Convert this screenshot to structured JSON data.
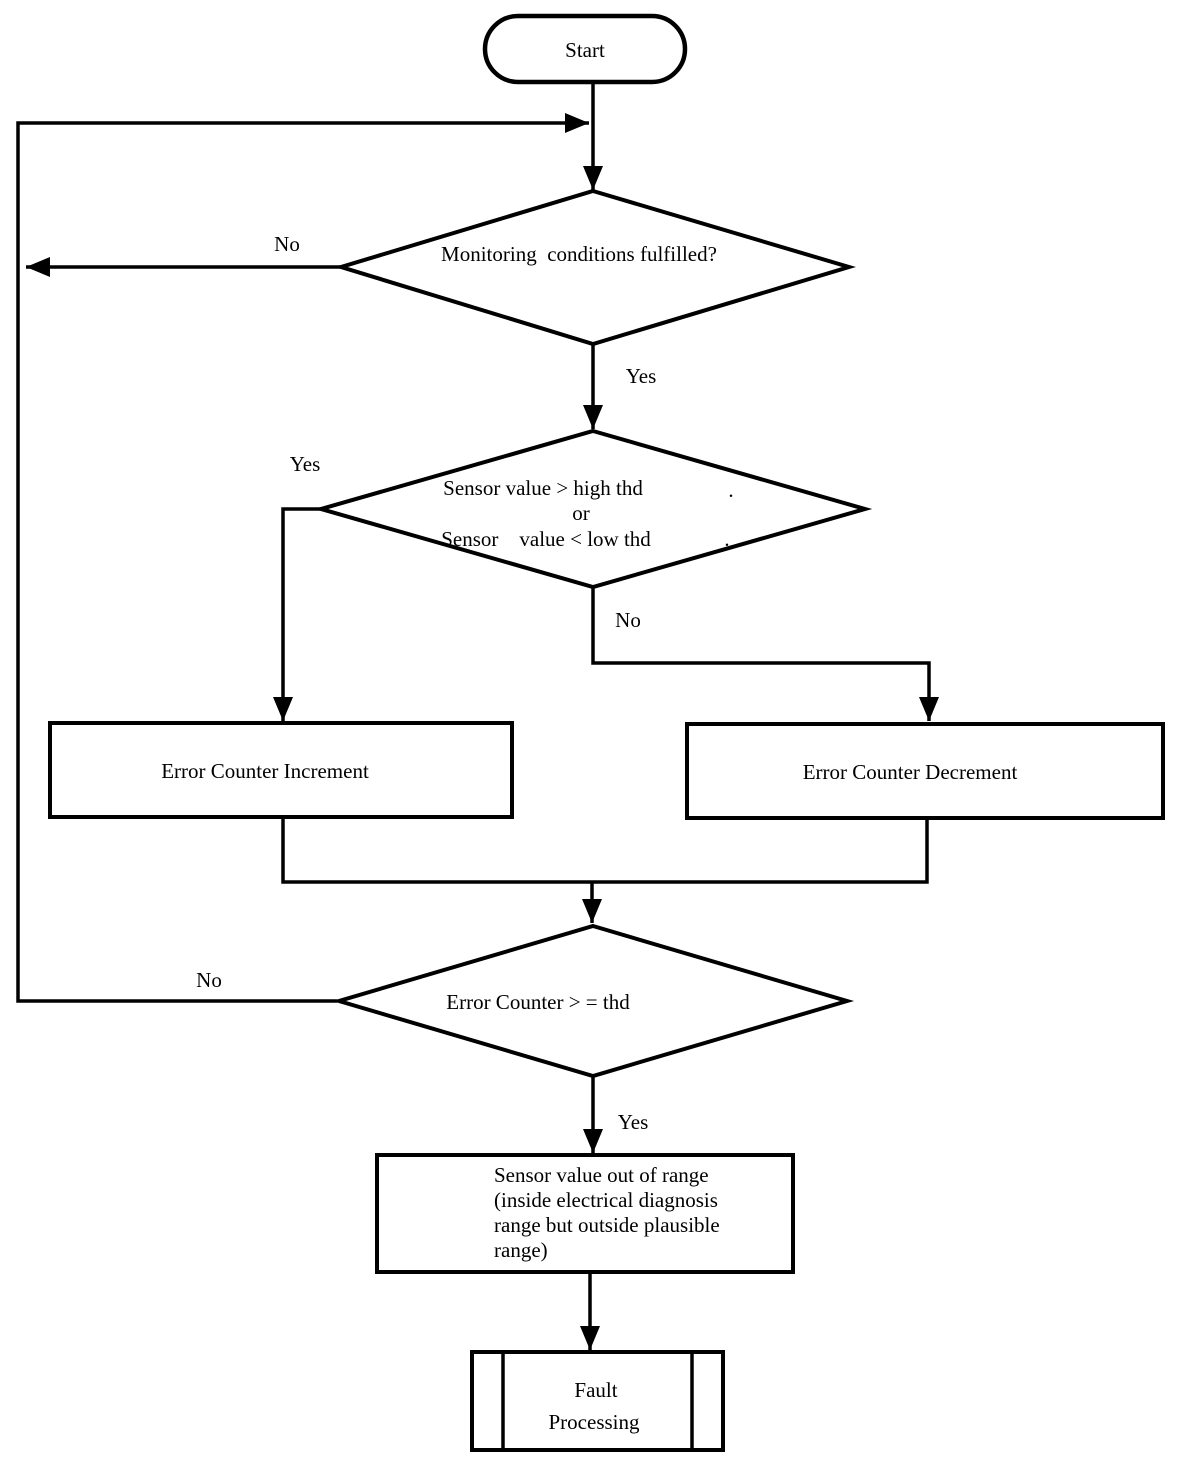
{
  "nodes": {
    "start": {
      "type": "terminator",
      "label": "Start"
    },
    "monitoring_decision": {
      "type": "decision",
      "label": "Monitoring  conditions fulfilled?"
    },
    "sensor_decision": {
      "type": "decision",
      "lines": [
        "Sensor value > high thd",
        "or",
        "Sensor    value < low thd"
      ]
    },
    "error_counter_increment": {
      "type": "process",
      "label": "Error Counter Increment"
    },
    "error_counter_decrement": {
      "type": "process",
      "label": "Error Counter Decrement"
    },
    "threshold_decision": {
      "type": "decision",
      "label": "Error Counter > = thd"
    },
    "out_of_range": {
      "type": "process",
      "lines": [
        "Sensor value out of range",
        "(inside electrical diagnosis",
        "range but outside plausible",
        "range)"
      ]
    },
    "fault_processing": {
      "type": "predefined-process",
      "lines": [
        "Fault",
        "Processing"
      ]
    }
  },
  "edge_labels": {
    "monitoring_no": "No",
    "monitoring_yes": "Yes",
    "sensor_yes": "Yes",
    "sensor_no": "No",
    "threshold_no": "No",
    "threshold_yes": "Yes"
  },
  "artifacts": {
    "dot1": ".",
    "dot2": "."
  },
  "colors": {
    "stroke": "#000000",
    "background": "#ffffff"
  }
}
